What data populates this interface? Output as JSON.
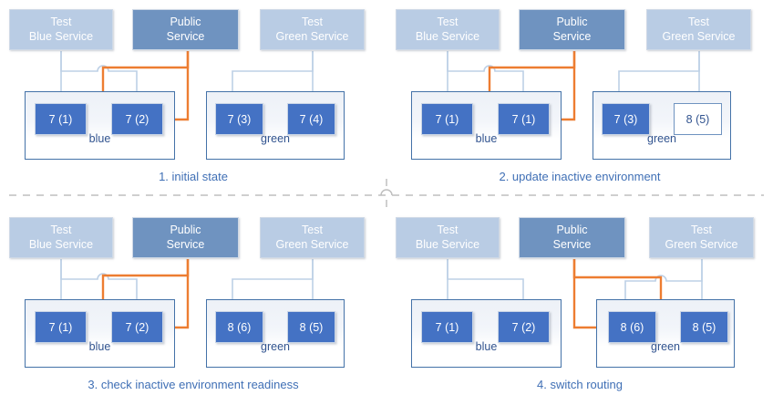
{
  "figure": {
    "title": "blue-green deployment sequence",
    "colors": {
      "service_light": "#b9cce4",
      "service_dark": "#6f93c0",
      "instance_fill": "#4472c4",
      "instance_hollow_border": "#6f93c0",
      "env_border": "#4472a8",
      "wire_blue": "#bdd0e6",
      "wire_orange": "#ed7d31",
      "caption_text": "#3f6fb5",
      "divider": "#bfbfbf"
    }
  },
  "panels": [
    {
      "id": "panel-1",
      "caption": "1. initial state",
      "services": [
        {
          "name": "test-blue-service",
          "line1": "Test",
          "line2": "Blue Service",
          "style": "light"
        },
        {
          "name": "public-service",
          "line1": "Public",
          "line2": "Service",
          "style": "dark"
        },
        {
          "name": "test-green-service",
          "line1": "Test",
          "line2": "Green Service",
          "style": "light"
        }
      ],
      "environments": [
        {
          "name": "blue",
          "label": "blue",
          "instances": [
            {
              "label": "7 (1)",
              "style": "filled"
            },
            {
              "label": "7 (2)",
              "style": "filled"
            }
          ]
        },
        {
          "name": "green",
          "label": "green",
          "instances": [
            {
              "label": "7 (3)",
              "style": "filled"
            },
            {
              "label": "7 (4)",
              "style": "filled"
            }
          ]
        }
      ],
      "routing": "public traffic to blue environment"
    },
    {
      "id": "panel-2",
      "caption": "2. update inactive environment",
      "services": [
        {
          "name": "test-blue-service",
          "line1": "Test",
          "line2": "Blue Service",
          "style": "light"
        },
        {
          "name": "public-service",
          "line1": "Public",
          "line2": "Service",
          "style": "dark"
        },
        {
          "name": "test-green-service",
          "line1": "Test",
          "line2": "Green Service",
          "style": "light"
        }
      ],
      "environments": [
        {
          "name": "blue",
          "label": "blue",
          "instances": [
            {
              "label": "7 (1)",
              "style": "filled"
            },
            {
              "label": "7 (1)",
              "style": "filled"
            }
          ]
        },
        {
          "name": "green",
          "label": "green",
          "instances": [
            {
              "label": "7 (3)",
              "style": "filled"
            },
            {
              "label": "8 (5)",
              "style": "hollow"
            }
          ]
        }
      ],
      "routing": "public traffic to blue environment"
    },
    {
      "id": "panel-3",
      "caption": "3. check inactive environment readiness",
      "services": [
        {
          "name": "test-blue-service",
          "line1": "Test",
          "line2": "Blue Service",
          "style": "light"
        },
        {
          "name": "public-service",
          "line1": "Public",
          "line2": "Service",
          "style": "dark"
        },
        {
          "name": "test-green-service",
          "line1": "Test",
          "line2": "Green Service",
          "style": "light"
        }
      ],
      "environments": [
        {
          "name": "blue",
          "label": "blue",
          "instances": [
            {
              "label": "7 (1)",
              "style": "filled"
            },
            {
              "label": "7 (2)",
              "style": "filled"
            }
          ]
        },
        {
          "name": "green",
          "label": "green",
          "instances": [
            {
              "label": "8 (6)",
              "style": "filled"
            },
            {
              "label": "8 (5)",
              "style": "filled"
            }
          ]
        }
      ],
      "routing": "public traffic to blue environment"
    },
    {
      "id": "panel-4",
      "caption": "4. switch routing",
      "services": [
        {
          "name": "test-blue-service",
          "line1": "Test",
          "line2": "Blue Service",
          "style": "light"
        },
        {
          "name": "public-service",
          "line1": "Public",
          "line2": "Service",
          "style": "dark"
        },
        {
          "name": "test-green-service",
          "line1": "Test",
          "line2": "Green Service",
          "style": "light"
        }
      ],
      "environments": [
        {
          "name": "blue",
          "label": "blue",
          "instances": [
            {
              "label": "7 (1)",
              "style": "filled"
            },
            {
              "label": "7 (2)",
              "style": "filled"
            }
          ]
        },
        {
          "name": "green",
          "label": "green",
          "instances": [
            {
              "label": "8 (6)",
              "style": "filled"
            },
            {
              "label": "8 (5)",
              "style": "filled"
            }
          ]
        }
      ],
      "routing": "public traffic to green environment"
    }
  ]
}
